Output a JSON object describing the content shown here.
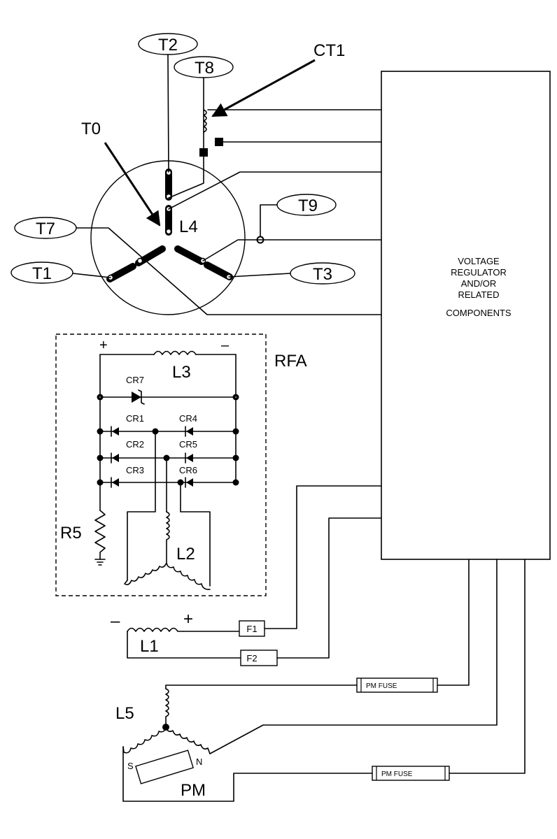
{
  "labels": {
    "t2": "T2",
    "t8": "T8",
    "ct1": "CT1",
    "t0": "T0",
    "t9": "T9",
    "l4": "L4",
    "t7": "T7",
    "t1": "T1",
    "t3": "T3",
    "regulator": [
      "VOLTAGE",
      "REGULATOR",
      "AND/OR",
      "RELATED",
      "COMPONENTS"
    ],
    "rfa": "RFA",
    "l3": "L3",
    "plus": "+",
    "minus": "–",
    "cr7": "CR7",
    "cr1": "CR1",
    "cr2": "CR2",
    "cr3": "CR3",
    "cr4": "CR4",
    "cr5": "CR5",
    "cr6": "CR6",
    "r5": "R5",
    "l2": "L2",
    "l1": "L1",
    "f1": "F1",
    "f2": "F2",
    "pm_fuse_1": "PM FUSE",
    "pm_fuse_2": "PM FUSE",
    "l5": "L5",
    "s": "S",
    "n": "N",
    "pm": "PM"
  }
}
